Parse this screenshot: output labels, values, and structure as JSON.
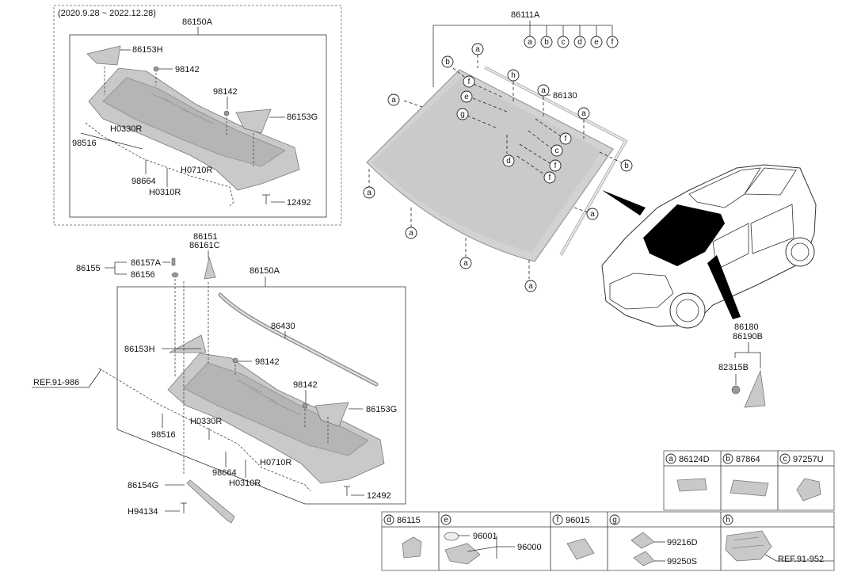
{
  "top_box": {
    "date_range": "(2020.9.28 ~ 2022.12.28)",
    "title": "86150A",
    "labels": {
      "p86153H": "86153H",
      "p98142a": "98142",
      "p98142b": "98142",
      "p86153G": "86153G",
      "p98516": "98516",
      "pH0330R": "H0330R",
      "p98664": "98664",
      "pH0710R": "H0710R",
      "pH0310R": "H0310R",
      "p12492": "12492"
    }
  },
  "bottom_assy": {
    "p86151": "86151",
    "p86161C": "86161C",
    "p86155": "86155",
    "p86157A": "86157A",
    "p86156": "86156",
    "title": "86150A",
    "p86430": "86430",
    "p86153H": "86153H",
    "p98142a": "98142",
    "p98142b": "98142",
    "p86153G": "86153G",
    "ref": "REF.91-986",
    "p98516": "98516",
    "pH0330R": "H0330R",
    "p98664": "98664",
    "pH0710R": "H0710R",
    "pH0310R": "H0310R",
    "p86154G": "86154G",
    "p12492": "12492",
    "pH94134": "H94134"
  },
  "windshield": {
    "p86111A": "86111A",
    "p86130": "86130",
    "key_letters": [
      "a",
      "b",
      "c",
      "d",
      "e",
      "f"
    ],
    "callout_a": "a",
    "callout_b": "b",
    "callout_c": "c",
    "callout_d": "d",
    "callout_e": "e",
    "callout_f": "f",
    "callout_g": "g",
    "callout_h": "h"
  },
  "car": {
    "p86180": "86180",
    "p86190B": "86190B",
    "p82315B": "82315B"
  },
  "legend_top": [
    {
      "letter": "a",
      "part": "86124D"
    },
    {
      "letter": "b",
      "part": "87864"
    },
    {
      "letter": "c",
      "part": "97257U"
    }
  ],
  "legend_bottom": [
    {
      "letter": "d",
      "part": "86115"
    },
    {
      "letter": "e",
      "part": ""
    },
    {
      "letter": "f",
      "part": "96015"
    },
    {
      "letter": "g",
      "part": ""
    },
    {
      "letter": "h",
      "part": ""
    }
  ],
  "legend_e": {
    "p96001": "96001",
    "p96000": "96000"
  },
  "legend_g": {
    "p99216D": "99216D",
    "p99250S": "99250S"
  },
  "legend_h": {
    "ref": "REF.91-952"
  },
  "colors": {
    "glass": "#d2d2d2",
    "glass_edge": "#9a9a9a",
    "part_gray": "#c9c9c9",
    "car_glass": "#000000"
  }
}
